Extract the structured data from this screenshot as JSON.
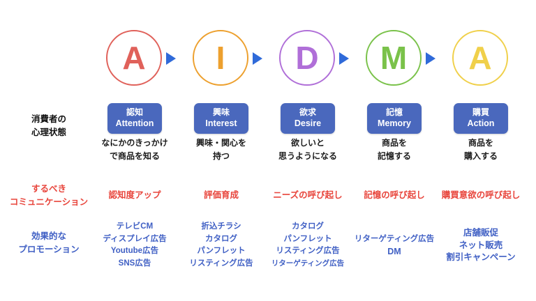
{
  "row_labels": {
    "psychological_state": {
      "line1": "消費者の",
      "line2": "心理状態",
      "color": "#111111"
    },
    "communication": {
      "line1": "するべき",
      "line2": "コミュニケーション",
      "color": "#e8453c"
    },
    "promotion": {
      "line1": "効果的な",
      "line2": "プロモーション",
      "color": "#3f5fc4"
    }
  },
  "arrow_color": "#2f6ad9",
  "tag_box_color": "#4a68bd",
  "stages": [
    {
      "letter": "A",
      "circle_color": "#e0615a",
      "tag_jp": "認知",
      "tag_en": "Attention",
      "description": [
        "なにかのきっかけ",
        "で商品を知る"
      ],
      "communication": "認知度アップ",
      "promotions": [
        "テレビCM",
        "ディスプレイ広告",
        "Youtube広告",
        "SNS広告"
      ]
    },
    {
      "letter": "I",
      "circle_color": "#eda02e",
      "tag_jp": "興味",
      "tag_en": "Interest",
      "description": [
        "興味・関心を",
        "持つ"
      ],
      "communication": "評価育成",
      "promotions": [
        "折込チラシ",
        "カタログ",
        "パンフレット",
        "リスティング広告"
      ]
    },
    {
      "letter": "D",
      "circle_color": "#b06fd8",
      "tag_jp": "欲求",
      "tag_en": "Desire",
      "description": [
        "欲しいと",
        "思うようになる"
      ],
      "communication": "ニーズの呼び起し",
      "promotions": [
        "カタログ",
        "パンフレット",
        "リスティング広告",
        "リターゲティング広告"
      ]
    },
    {
      "letter": "M",
      "circle_color": "#7ac24a",
      "tag_jp": "記憶",
      "tag_en": "Memory",
      "description": [
        "商品を",
        "記憶する"
      ],
      "communication": "記憶の呼び起し",
      "promotions": [
        "リターゲティング広告",
        "DM"
      ]
    },
    {
      "letter": "A",
      "circle_color": "#f0d04a",
      "tag_jp": "購買",
      "tag_en": "Action",
      "description": [
        "商品を",
        "購入する"
      ],
      "communication": "購買意欲の呼び起し",
      "promotions": [
        "店舗販促",
        "ネット販売",
        "割引キャンペーン"
      ]
    }
  ]
}
